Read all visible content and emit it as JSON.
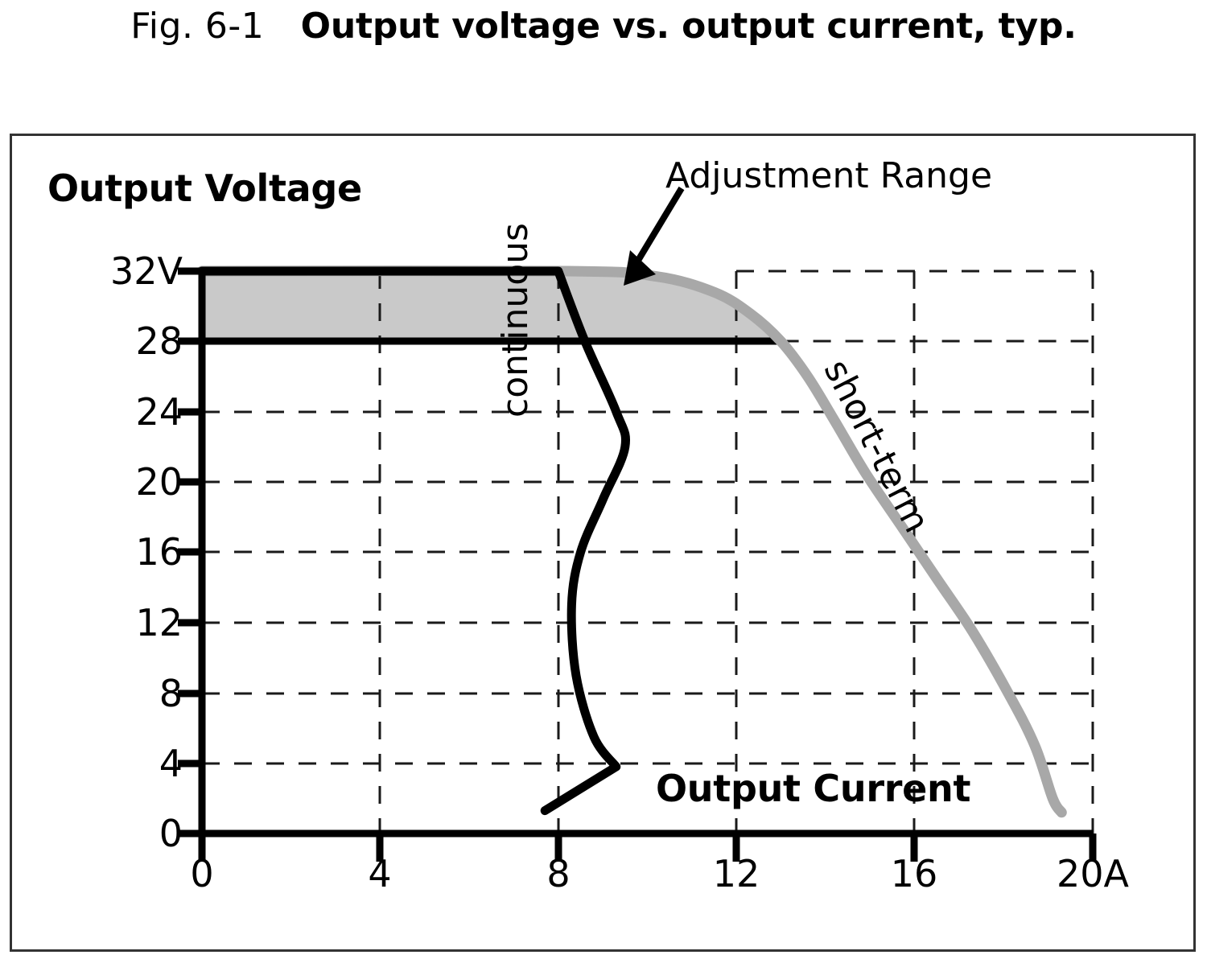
{
  "caption": {
    "figure_number": "Fig. 6-1",
    "title": "Output voltage vs. output current, typ."
  },
  "labels": {
    "y_axis_title": "Output Voltage",
    "x_axis_title": "Output Current",
    "annotation_adjustment": "Adjustment Range",
    "series_continuous": "continuous",
    "series_short_term": "short-term"
  },
  "colors": {
    "continuous_curve": "#000000",
    "short_term_curve": "#a8a8a8",
    "adjustment_band_fill": "#c9c9c9",
    "axis": "#000000",
    "grid": "#1a1a1a",
    "frame": "#333333"
  },
  "chart_data": {
    "type": "line",
    "title": "Output voltage vs. output current, typ.",
    "xlabel": "Output Current",
    "ylabel": "Output Voltage",
    "xlim": [
      0,
      20
    ],
    "ylim": [
      0,
      32
    ],
    "x_unit": "A",
    "y_unit": "V",
    "grid": true,
    "grid_style": "dashed",
    "x_ticks": [
      0,
      4,
      8,
      12,
      16,
      20
    ],
    "x_tick_labels": [
      "0",
      "4",
      "8",
      "12",
      "16",
      "20A"
    ],
    "y_ticks": [
      0,
      4,
      8,
      12,
      16,
      20,
      24,
      28,
      32
    ],
    "y_tick_labels": [
      "0",
      "4",
      "8",
      "12",
      "16",
      "20",
      "24",
      "28",
      "32V"
    ],
    "legend_position": "inline-annotations",
    "annotations": [
      {
        "text": "Adjustment Range",
        "x": 11.2,
        "y": 34.5,
        "arrow_to_x": 9.9,
        "arrow_to_y": 30.2
      }
    ],
    "shaded_regions": [
      {
        "name": "Adjustment Range",
        "y_top": 32,
        "y_bottom": 28,
        "x_from": 0,
        "x_to": 13.0,
        "fill": "#c9c9c9",
        "note": "band between 28 V and 32 V, right edge follows short-term curve"
      }
    ],
    "series": [
      {
        "name": "continuous",
        "color": "#000000",
        "width": 8,
        "points": [
          [
            0.0,
            32.0
          ],
          [
            8.0,
            32.0
          ],
          [
            8.6,
            28.0
          ],
          [
            9.3,
            24.0
          ],
          [
            9.5,
            22.0
          ],
          [
            9.0,
            19.0
          ],
          [
            8.5,
            16.0
          ],
          [
            8.3,
            13.0
          ],
          [
            8.4,
            9.0
          ],
          [
            8.8,
            5.5
          ],
          [
            9.3,
            3.8
          ],
          [
            7.7,
            1.3
          ]
        ]
      },
      {
        "name": "short-term",
        "color": "#a8a8a8",
        "width": 10,
        "points": [
          [
            0.0,
            32.0
          ],
          [
            8.2,
            32.0
          ],
          [
            10.2,
            31.7
          ],
          [
            11.5,
            30.8
          ],
          [
            12.3,
            29.6
          ],
          [
            13.0,
            28.0
          ],
          [
            13.6,
            26.0
          ],
          [
            14.2,
            23.5
          ],
          [
            14.9,
            20.5
          ],
          [
            15.7,
            17.5
          ],
          [
            16.5,
            14.5
          ],
          [
            17.3,
            11.5
          ],
          [
            18.1,
            8.0
          ],
          [
            18.7,
            5.0
          ],
          [
            19.1,
            2.0
          ],
          [
            19.3,
            1.2
          ]
        ]
      }
    ]
  }
}
